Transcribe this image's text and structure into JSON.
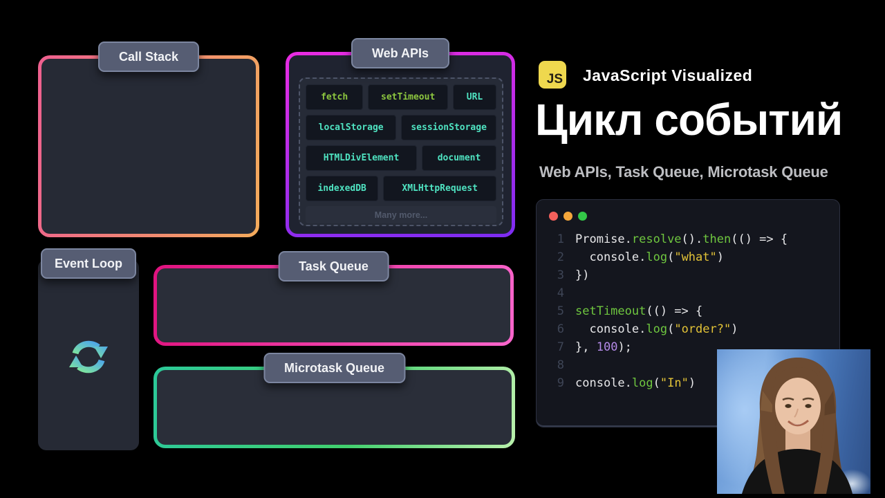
{
  "header": {
    "logo_text": "JS",
    "series_title": "JavaScript Visualized",
    "main_title": "Цикл событий",
    "subtitle": "Web APIs, Task Queue, Microtask Queue"
  },
  "diagram": {
    "call_stack_label": "Call Stack",
    "web_apis_label": "Web APIs",
    "event_loop_label": "Event Loop",
    "task_queue_label": "Task Queue",
    "microtask_queue_label": "Microtask Queue",
    "web_api_rows": [
      [
        {
          "label": "fetch",
          "color": "lime",
          "grow": "1"
        },
        {
          "label": "setTimeout",
          "color": "lime",
          "grow": "1.4"
        },
        {
          "label": "URL",
          "color": "teal",
          "grow": "0.75"
        }
      ],
      [
        {
          "label": "localStorage",
          "color": "teal",
          "grow": "1"
        },
        {
          "label": "sessionStorage",
          "color": "teal",
          "grow": "1.05"
        }
      ],
      [
        {
          "label": "HTMLDivElement",
          "color": "teal",
          "grow": "1.2"
        },
        {
          "label": "document",
          "color": "teal",
          "grow": "0.8"
        }
      ],
      [
        {
          "label": "indexedDB",
          "color": "teal",
          "grow": "0.78"
        },
        {
          "label": "XMLHttpRequest",
          "color": "teal",
          "grow": "1.22"
        }
      ]
    ],
    "many_more_label": "Many more...",
    "icons": {
      "event_loop": "cycle-arrows-icon"
    }
  },
  "editor": {
    "window_buttons": [
      "close",
      "minimize",
      "zoom"
    ],
    "lines": [
      {
        "num": "1",
        "tokens": [
          {
            "t": "Promise.",
            "c": "plain"
          },
          {
            "t": "resolve",
            "c": "fn"
          },
          {
            "t": "().",
            "c": "plain"
          },
          {
            "t": "then",
            "c": "fn"
          },
          {
            "t": "(() => {",
            "c": "plain"
          }
        ]
      },
      {
        "num": "2",
        "tokens": [
          {
            "t": "  console.",
            "c": "plain"
          },
          {
            "t": "log",
            "c": "fn"
          },
          {
            "t": "(",
            "c": "plain"
          },
          {
            "t": "\"what\"",
            "c": "str"
          },
          {
            "t": ")",
            "c": "plain"
          }
        ]
      },
      {
        "num": "3",
        "tokens": [
          {
            "t": "})",
            "c": "plain"
          }
        ]
      },
      {
        "num": "4",
        "tokens": []
      },
      {
        "num": "5",
        "tokens": [
          {
            "t": "setTimeout",
            "c": "fn"
          },
          {
            "t": "(() => {",
            "c": "plain"
          }
        ]
      },
      {
        "num": "6",
        "tokens": [
          {
            "t": "  console.",
            "c": "plain"
          },
          {
            "t": "log",
            "c": "fn"
          },
          {
            "t": "(",
            "c": "plain"
          },
          {
            "t": "\"order?\"",
            "c": "str"
          },
          {
            "t": ")",
            "c": "plain"
          }
        ]
      },
      {
        "num": "7",
        "tokens": [
          {
            "t": "}, ",
            "c": "plain"
          },
          {
            "t": "100",
            "c": "num"
          },
          {
            "t": ");",
            "c": "plain"
          }
        ]
      },
      {
        "num": "8",
        "tokens": []
      },
      {
        "num": "9",
        "tokens": [
          {
            "t": "console.",
            "c": "plain"
          },
          {
            "t": "log",
            "c": "fn"
          },
          {
            "t": "(",
            "c": "plain"
          },
          {
            "t": "\"In\"",
            "c": "str"
          },
          {
            "t": ")",
            "c": "plain"
          }
        ]
      }
    ]
  },
  "colors": {
    "background": "#000000",
    "panel_fill": "#262a35",
    "chip_fill": "#12161f",
    "label_tab_fill": "#565d73",
    "call_stack_gradient": [
      "#ee5f8f",
      "#f3ab5b"
    ],
    "web_apis_gradient": [
      "#ea2ce2",
      "#7c2cf2"
    ],
    "task_queue_gradient": [
      "#e0127e",
      "#fa66cc"
    ],
    "microtask_queue_gradient": [
      "#2cc999",
      "#b9f0ac"
    ],
    "lime_text": "#8cc63f",
    "teal_text": "#4fe3c1",
    "code_green": "#6fc73f",
    "code_yellow": "#e3c337",
    "code_purple": "#b48ae8",
    "js_logo_yellow": "#efd84e"
  }
}
